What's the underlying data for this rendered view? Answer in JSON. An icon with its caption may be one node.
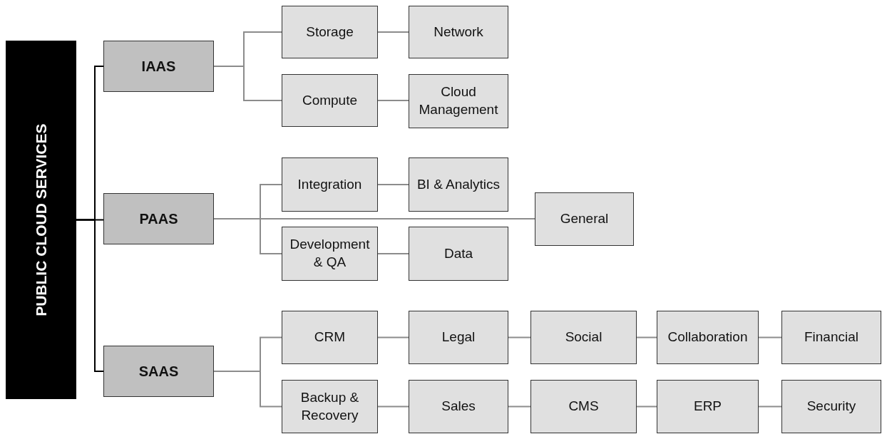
{
  "diagram": {
    "nodes": [
      {
        "text": [
          "PUBLIC CLOUD SERVICES"
        ]
      },
      {
        "text": [
          "IAAS"
        ]
      },
      {
        "text": [
          "Storage"
        ]
      },
      {
        "text": [
          "Network"
        ]
      },
      {
        "text": [
          "Compute"
        ]
      },
      {
        "text": [
          "Cloud Management"
        ]
      },
      {
        "text": [
          "PAAS"
        ]
      },
      {
        "text": [
          "Integration"
        ]
      },
      {
        "text": [
          "BI & Analytics"
        ]
      },
      {
        "text": [
          "General"
        ]
      },
      {
        "text": [
          "Development & QA"
        ]
      },
      {
        "text": [
          "Data"
        ]
      },
      {
        "text": [
          "SAAS"
        ]
      },
      {
        "text": [
          "CRM"
        ]
      },
      {
        "text": [
          "Legal"
        ]
      },
      {
        "text": [
          "Social"
        ]
      },
      {
        "text": [
          "Collaboration"
        ]
      },
      {
        "text": [
          "Financial"
        ]
      },
      {
        "text": [
          "Backup & Recovery"
        ]
      },
      {
        "text": [
          "Sales"
        ]
      },
      {
        "text": [
          "CMS"
        ]
      },
      {
        "text": [
          "ERP"
        ]
      },
      {
        "text": [
          "Security"
        ]
      }
    ],
    "edges": [
      {
        "from": 0,
        "to": 1,
        "arrow": "none",
        "color": "#000000"
      },
      {
        "from": 0,
        "to": 6,
        "arrow": "none",
        "color": "#000000"
      },
      {
        "from": 0,
        "to": 12,
        "arrow": "none",
        "color": "#000000"
      },
      {
        "from": 1,
        "to": 2,
        "arrow": "none"
      },
      {
        "from": 1,
        "to": 4,
        "arrow": "none"
      },
      {
        "from": 2,
        "to": 3,
        "arrow": "none"
      },
      {
        "from": 4,
        "to": 5,
        "arrow": "none"
      },
      {
        "from": 6,
        "to": 7,
        "arrow": "none"
      },
      {
        "from": 6,
        "to": 10,
        "arrow": "none"
      },
      {
        "from": 6,
        "to": 9,
        "arrow": "none"
      },
      {
        "from": 7,
        "to": 8,
        "arrow": "none"
      },
      {
        "from": 10,
        "to": 11,
        "arrow": "none"
      },
      {
        "from": 12,
        "to": 13,
        "arrow": "none"
      },
      {
        "from": 12,
        "to": 18,
        "arrow": "none"
      },
      {
        "from": 13,
        "to": 14,
        "arrow": "none"
      },
      {
        "from": 14,
        "to": 15,
        "arrow": "none"
      },
      {
        "from": 15,
        "to": 16,
        "arrow": "none"
      },
      {
        "from": 16,
        "to": 17,
        "arrow": "none"
      },
      {
        "from": 18,
        "to": 19,
        "arrow": "none"
      },
      {
        "from": 19,
        "to": 20,
        "arrow": "none"
      },
      {
        "from": 20,
        "to": 21,
        "arrow": "none"
      },
      {
        "from": 21,
        "to": 22,
        "arrow": "none"
      }
    ]
  }
}
